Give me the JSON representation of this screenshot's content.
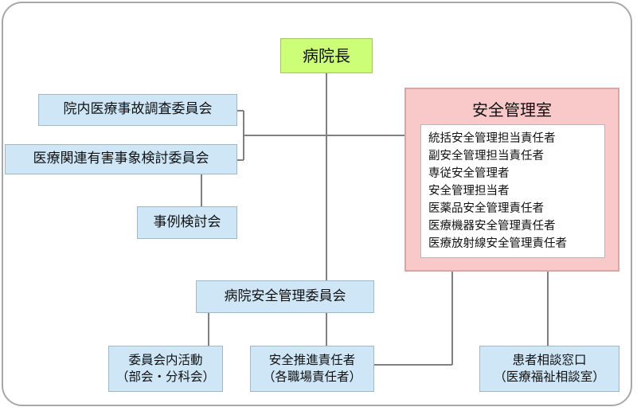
{
  "director": "病院長",
  "accident_committee": "院内医療事故調査委員会",
  "related_committee": "医療関連有害事象検討委員会",
  "case_review": "事例検討会",
  "safety_office": {
    "title": "安全管理室",
    "members": [
      "統括安全管理担当責任者",
      "副安全管理担当責任者",
      "専従安全管理者",
      "安全管理担当者",
      "医薬品安全管理責任者",
      "医療機器安全管理責任者",
      "医療放射線安全管理責任者"
    ]
  },
  "hospital_committee": "病院安全管理委員会",
  "committee_activities": {
    "line1": "委員会内活動",
    "line2": "（部会・分科会）"
  },
  "safety_promotion": {
    "line1": "安全推進責任者",
    "line2": "（各職場責任者）"
  },
  "patient_consultation": {
    "line1": "患者相談窓口",
    "line2": "（医療福祉相談室）"
  },
  "colors": {
    "director_fill": "#ccff77",
    "committee_fill": "#cfe6f7",
    "safety_office_fill": "#f9c9c9",
    "connector": "#808080"
  }
}
